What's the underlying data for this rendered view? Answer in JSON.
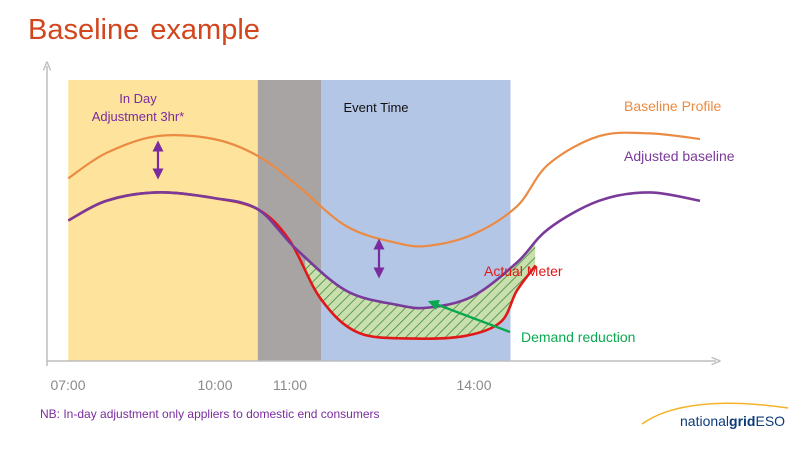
{
  "title": "Baseline example",
  "footnote": "NB: In-day adjustment only appliers to domestic end consumers",
  "logo": {
    "part1": "national",
    "part2": "grid",
    "part3": "ESO"
  },
  "colors": {
    "title": "#d2461e",
    "in_day_band": "#fde39b",
    "gap_band": "#a8a4a4",
    "event_band": "#b3c6e6",
    "baseline_profile": "#eb8a42",
    "adjusted_baseline": "#7a3a9a",
    "actual_meter": "#e01818",
    "demand_reduction": "#0aa84f",
    "arrow": "#7a2c9e",
    "footnote": "#7a2c9e",
    "logo": "#0b3b78"
  },
  "chart_data": {
    "type": "line",
    "x_ticks": [
      "07:00",
      "10:00",
      "11:00",
      "14:00"
    ],
    "x_tick_hours": [
      7,
      10,
      11,
      14
    ],
    "xlim": [
      6.9,
      17.0
    ],
    "ylim": [
      0,
      100
    ],
    "regions": [
      {
        "label_line1": "In Day",
        "label_line2": "Adjustment 3hr*",
        "start": 7.0,
        "end": 10.0,
        "color_key": "in_day_band"
      },
      {
        "label_line1": "",
        "label_line2": "",
        "start": 10.0,
        "end": 11.0,
        "color_key": "gap_band"
      },
      {
        "label_line1": "Event Time",
        "label_line2": "",
        "start": 11.0,
        "end": 14.0,
        "color_key": "event_band"
      }
    ],
    "series": [
      {
        "name": "Baseline Profile",
        "color_key": "baseline_profile",
        "points": [
          [
            7.0,
            65
          ],
          [
            7.6,
            74
          ],
          [
            8.4,
            80
          ],
          [
            9.3,
            79
          ],
          [
            10.0,
            73
          ],
          [
            10.6,
            63
          ],
          [
            11.4,
            48
          ],
          [
            12.2,
            42
          ],
          [
            12.7,
            41
          ],
          [
            13.4,
            45
          ],
          [
            14.1,
            55
          ],
          [
            14.6,
            70
          ],
          [
            15.4,
            80
          ],
          [
            16.2,
            81
          ],
          [
            17.0,
            79
          ]
        ]
      },
      {
        "name": "Adjusted baseline",
        "color_key": "adjusted_baseline",
        "points": [
          [
            7.0,
            50
          ],
          [
            7.6,
            57
          ],
          [
            8.4,
            60
          ],
          [
            9.3,
            58
          ],
          [
            10.0,
            54
          ],
          [
            10.6,
            40
          ],
          [
            11.4,
            25
          ],
          [
            12.2,
            20
          ],
          [
            12.7,
            19
          ],
          [
            13.4,
            23
          ],
          [
            14.1,
            35
          ],
          [
            14.6,
            47
          ],
          [
            15.4,
            57
          ],
          [
            16.2,
            60
          ],
          [
            17.0,
            57
          ]
        ]
      },
      {
        "name": "Actual Meter",
        "color_key": "actual_meter",
        "points": [
          [
            7.0,
            50
          ],
          [
            7.6,
            57
          ],
          [
            8.4,
            60
          ],
          [
            9.3,
            58
          ],
          [
            10.0,
            54
          ],
          [
            10.5,
            43
          ],
          [
            11.0,
            22
          ],
          [
            11.6,
            10
          ],
          [
            12.5,
            8
          ],
          [
            13.3,
            9
          ],
          [
            13.85,
            14
          ],
          [
            14.1,
            25
          ],
          [
            14.4,
            34
          ]
        ]
      }
    ],
    "annotations": [
      {
        "text": "Demand reduction",
        "color_key": "demand_reduction"
      }
    ]
  }
}
